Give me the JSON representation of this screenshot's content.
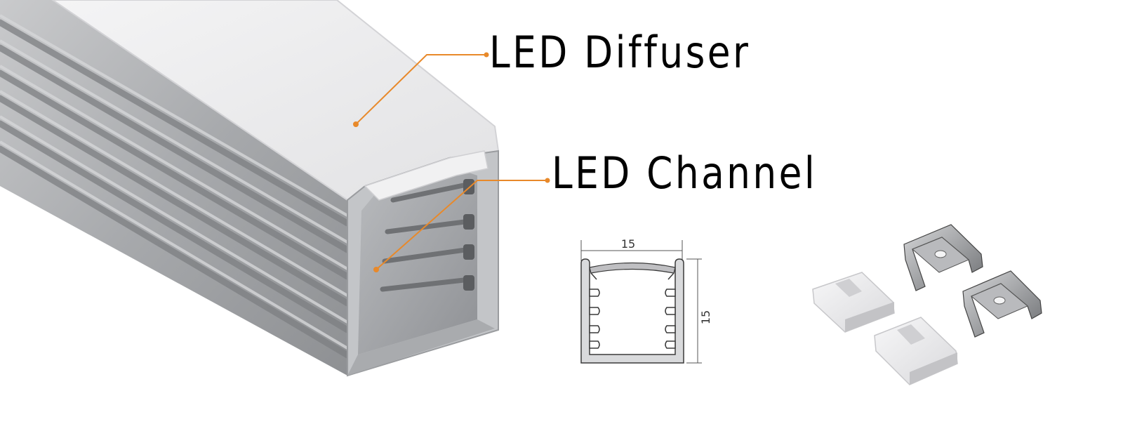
{
  "labels": {
    "diffuser": "LED Diffuser",
    "channel": "LED Channel"
  },
  "dimensions": {
    "width": "15",
    "height": "15"
  },
  "colors": {
    "leader_line": "#E8892A",
    "background": "#FFFFFF",
    "aluminum": "#A9ABAE",
    "diffuser": "#EDEDEE"
  }
}
